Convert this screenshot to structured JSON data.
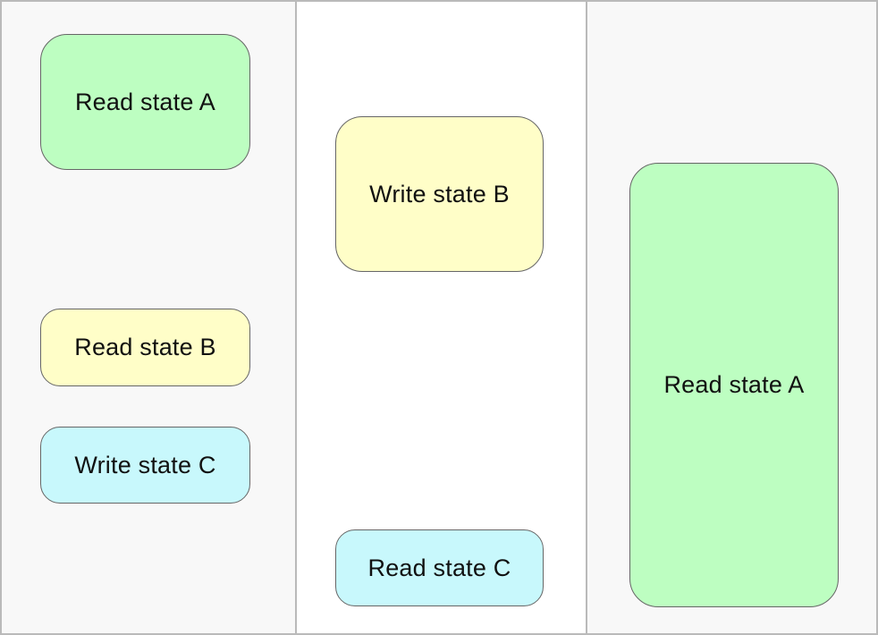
{
  "diagram": {
    "type": "swimlane-task-diagram",
    "lanes": [
      {
        "name": "lane-1",
        "background": "#f8f8f8",
        "boxes": [
          {
            "label": "Read state A",
            "color": "green",
            "color_hex": "#bdfec1"
          },
          {
            "label": "Read state B",
            "color": "yellow",
            "color_hex": "#fffec8"
          },
          {
            "label": "Write state C",
            "color": "cyan",
            "color_hex": "#c8f8fc"
          }
        ]
      },
      {
        "name": "lane-2",
        "background": "#ffffff",
        "boxes": [
          {
            "label": "Write state B",
            "color": "yellow",
            "color_hex": "#fffec8"
          },
          {
            "label": "Read state C",
            "color": "cyan",
            "color_hex": "#c8f8fc"
          }
        ]
      },
      {
        "name": "lane-3",
        "background": "#f8f8f8",
        "boxes": [
          {
            "label": "Read state A",
            "color": "green",
            "color_hex": "#bdfec1"
          }
        ]
      }
    ],
    "colors": {
      "green": "#bdfec1",
      "yellow": "#fffec8",
      "cyan": "#c8f8fc",
      "lane_alt_background": "#f8f8f8",
      "frame_border": "#bababa",
      "box_border": "#666666",
      "text": "#111111"
    }
  }
}
